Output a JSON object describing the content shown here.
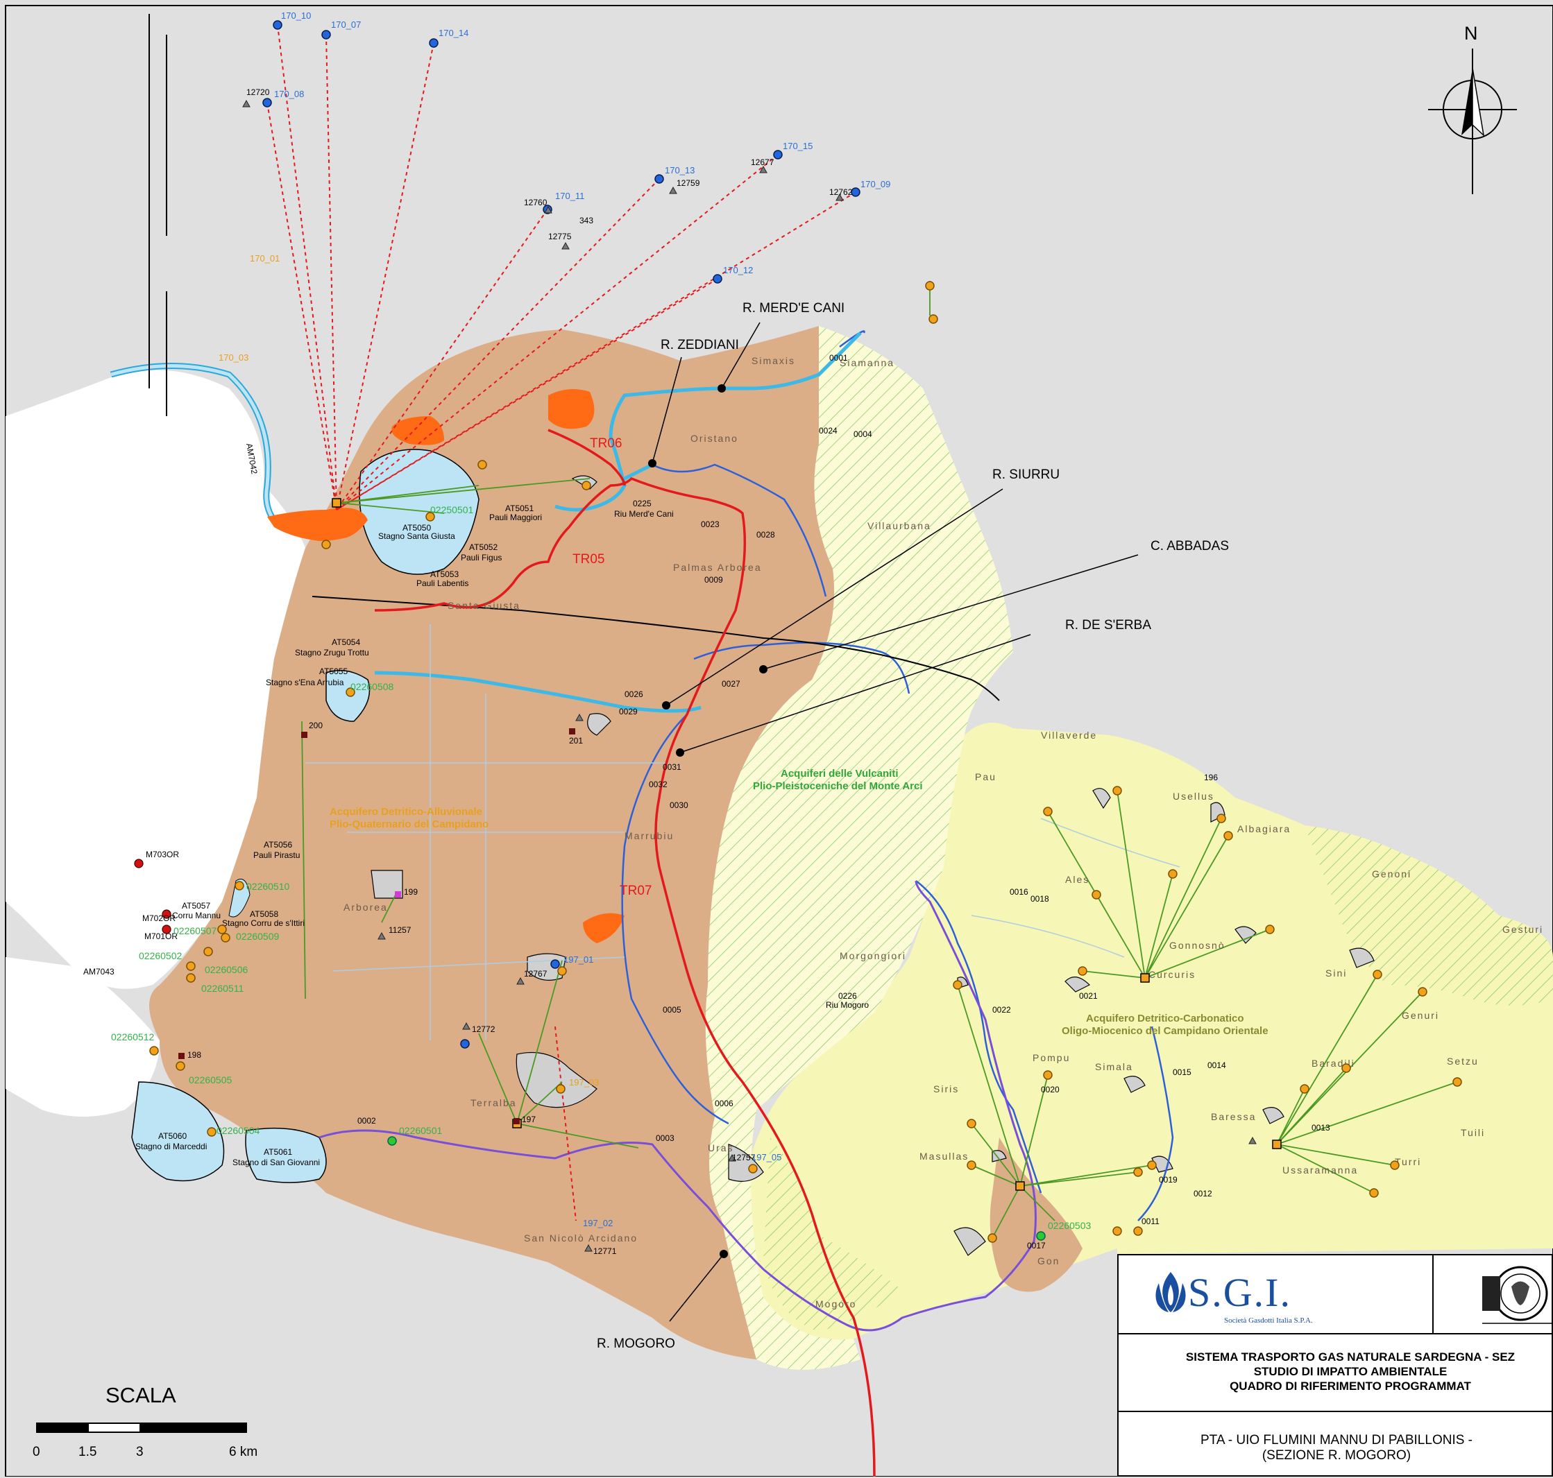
{
  "north_label": "N",
  "rivers": {
    "merd_e_cani": "R. MERD'E CANI",
    "zeddiani": "R. ZEDDIANI",
    "siurru": "R. SIURRU",
    "abbadas": "C. ABBADAS",
    "de_s_erba": "R. DE S'ERBA",
    "mogoro": "R. MOGORO"
  },
  "traces": {
    "tr05": "TR05",
    "tr06": "TR06",
    "tr07": "TR07"
  },
  "places": {
    "oristano": "Oristano",
    "simaxis": "Simaxis",
    "siamanna": "Siamanna",
    "villaurbana": "Villaurbana",
    "palmas": "Palmas Arborea",
    "santa_giusta": "Santa Giusta",
    "villaverde": "Villaverde",
    "pau": "Pau",
    "usellus": "Usellus",
    "albagiara": "Albagiara",
    "ales": "Ales",
    "gonnosno": "Gonnosnò",
    "curcuris": "Curcuris",
    "sini": "Sini",
    "genuri": "Genuri",
    "setzu": "Setzu",
    "baradili": "Baradili",
    "morgongiori": "Morgongiori",
    "pompu": "Pompu",
    "simala": "Simala",
    "siris": "Siris",
    "masullas": "Masullas",
    "gonnostramatza": "Gon",
    "beressa": "Baressa",
    "tuili": "Tuili",
    "turri": "Turri",
    "ussaramanna": "Ussaramanna",
    "gesturi": "Gesturi",
    "genoni": "Genoni",
    "marrubiu": "Marrubiu",
    "arborea": "Arborea",
    "terralba": "Terralba",
    "uras": "Uras",
    "mogoro": "Mogoro",
    "san_nicolo": "San Nicolò Arcidano"
  },
  "stagni": {
    "santa_giusta": {
      "code": "AT5050",
      "name": "Stagno Santa Giusta"
    },
    "pauli_maggiori": {
      "code": "AT5051",
      "name": "Pauli Maggiori"
    },
    "pauli_figus": {
      "code": "AT5052",
      "name": "Pauli Figus"
    },
    "pauli_labentis": {
      "code": "AT5053",
      "name": "Pauli Labentis"
    },
    "zrugu_trottu": {
      "code": "AT5054",
      "name": "Stagno Zrugu Trottu"
    },
    "s_ena_arrubia": {
      "code": "AT5055",
      "name": "Stagno s'Ena Arrubia"
    },
    "pauli_pirastu": {
      "code": "AT5056",
      "name": "Pauli Pirastu"
    },
    "corru_mannu": {
      "code": "AT5057",
      "name": "Corru Mannu"
    },
    "corru_s_ittiri": {
      "code": "AT5058",
      "name": "Stagno Corru de s'Ittiri"
    },
    "marceddi": {
      "code": "AT5060",
      "name": "Stagno di Marceddi"
    },
    "san_giovanni": {
      "code": "AT5061",
      "name": "Stagno di San Giovanni"
    }
  },
  "aquifers": {
    "detritico_line1": "Acquifero Detritico-Alluvionale",
    "detritico_line2": "Plio-Quaternario del Campidano",
    "vulcaniti_line1": "Acquiferi delle Vulcaniti",
    "vulcaniti_line2": "Plio-Pleistoceniche del Monte Arci",
    "carbonatico_line1": "Acquifero Detritico-Carbonatico",
    "carbonatico_line2": "Oligo-Miocenico del Campidano Orientale"
  },
  "station_labels": {
    "s170_10": "170_10",
    "s170_07": "170_07",
    "s170_14": "170_14",
    "s170_08": "170_08",
    "s170_13": "170_13",
    "s170_15": "170_15",
    "s170_11": "170_11",
    "s170_09": "170_09",
    "s170_12": "170_12",
    "s170_01": "170_01",
    "s170_03": "170_03",
    "t12720": "12720",
    "t12759": "12759",
    "t12677": "12677",
    "t12760": "12760",
    "t12762": "12762",
    "t12775": "12775",
    "r343": "343",
    "r200": "200",
    "r201": "201",
    "r199": "199",
    "r198": "198",
    "r197": "197",
    "r196": "196",
    "t11257": "11257",
    "t12767": "12767",
    "t12772": "12772",
    "t12757": "12757",
    "t12771": "12771",
    "s197_01": "197_01",
    "s197_02": "197_02",
    "s197_05": "197_05",
    "s197_03": "197_03",
    "m7030r": "M703OR",
    "m7020r": "M702OR",
    "m7010r": "M701OR",
    "am7042": "AM7042",
    "am7043": "AM7043",
    "g02250501": "02250501",
    "g02260508": "02260508",
    "g02260510": "02260510",
    "g02260507": "02260507",
    "g02260509": "02260509",
    "g02260502": "02260502",
    "g02260506": "02260506",
    "g02260511": "02260511",
    "g02260512": "02260512",
    "g02260505": "02260505",
    "g02260504": "02260504",
    "g02260501": "02260501",
    "g02260503": "02260503"
  },
  "segment_codes": {
    "c0225": "0225",
    "c0225b": "Riu Merd'e Cani",
    "c0226": "0226",
    "c0226b": "Riu Mogoro",
    "c0001": "0001",
    "c0004": "0004",
    "c0002": "0002",
    "c0003": "0003",
    "c0005": "0005",
    "c0023": "0023",
    "c0024": "0024",
    "c0026": "0026",
    "c0027": "0027",
    "c0028": "0028",
    "c0029": "0029",
    "c0030": "0030",
    "c0031": "0031",
    "c0032": "0032",
    "c0011": "0011",
    "c0012": "0012",
    "c0015": "0015",
    "c0016": "0016",
    "c0018": "0018",
    "c0019": "0019",
    "c0020": "0020",
    "c0021": "0021",
    "c0022": "0022",
    "c0013": "0013",
    "c0014": "0014",
    "c0017": "0017",
    "c0006": "0006",
    "c0009": "0009"
  },
  "scale": {
    "title": "SCALA",
    "ticks": [
      "0",
      "1.5",
      "3",
      "6 km"
    ]
  },
  "title_block": {
    "logo_name": "S.G.I.",
    "logo_sub": "Società Gasdotti Italia S.P.A.",
    "line1": "SISTEMA TRASPORTO GAS NATURALE SARDEGNA - SEZ",
    "line2": "STUDIO DI IMPATTO AMBIENTALE",
    "line3": "QUADRO DI RIFERIMENTO PROGRAMMAT",
    "subtitle1": "PTA - UIO FLUMINI MANNU DI PABILLONIS -",
    "subtitle2": "(SEZIONE R. MOGORO)"
  },
  "colors": {
    "plain": "#dcae88",
    "volcanic": "#fbfbd6",
    "carbonatic": "#f6f6b6",
    "lagoon": "#bde4f4",
    "sea": "#ffffff",
    "urban": "#ff6a14",
    "river": "#2d60d8",
    "main_river": "#3cb9e6",
    "trace": "#e31a1c",
    "station_blue": "#2266dd",
    "station_orange": "#f2a21a",
    "link_green": "#4a9a22"
  }
}
